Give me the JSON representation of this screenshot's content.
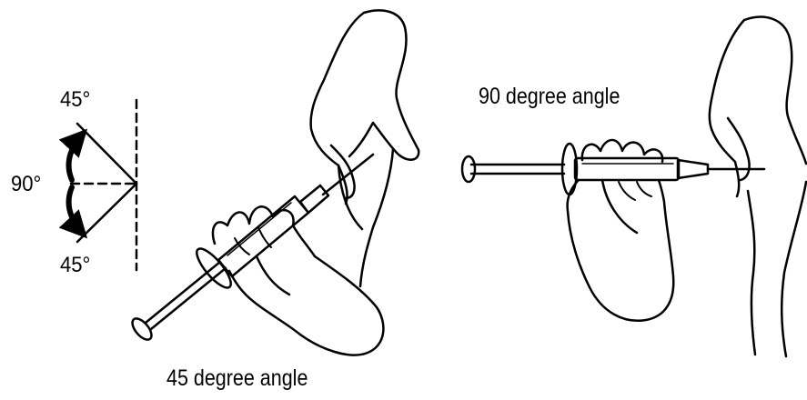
{
  "angle_guide": {
    "top_label": "45°",
    "middle_label": "90°",
    "bottom_label": "45°"
  },
  "captions": {
    "left": "45 degree angle",
    "right": "90 degree angle"
  },
  "colors": {
    "ink": "#000000",
    "background": "#ffffff"
  }
}
